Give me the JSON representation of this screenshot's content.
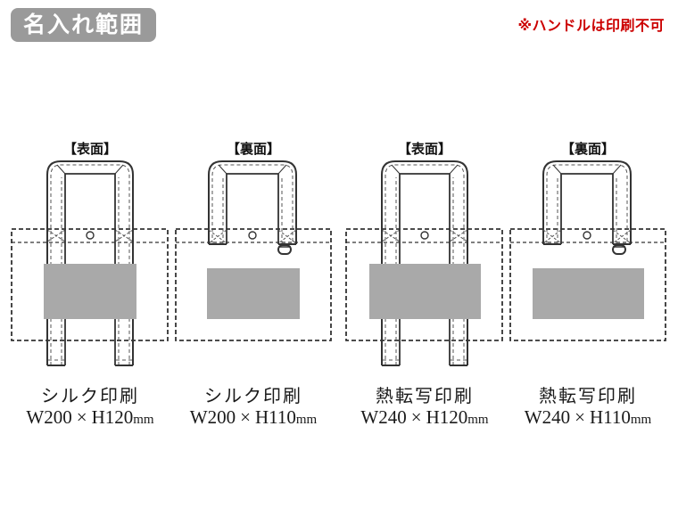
{
  "page": {
    "badge": "名入れ範囲",
    "note": "※ハンドルは印刷不可",
    "times": "×",
    "colors": {
      "badge_bg": "#9a9a9a",
      "note_red": "#cc0000",
      "print_gray": "#a9a9a9",
      "line": "#333333",
      "stitch": "#555555"
    }
  },
  "bags": [
    {
      "side_label": "【表面】",
      "view": "front",
      "method": "シルク印刷",
      "width_label": "W200",
      "height_label": "H120",
      "unit": "mm"
    },
    {
      "side_label": "【裏面】",
      "view": "back",
      "method": "シルク印刷",
      "width_label": "W200",
      "height_label": "H110",
      "unit": "mm"
    },
    {
      "side_label": "【表面】",
      "view": "front",
      "method": "熱転写印刷",
      "width_label": "W240",
      "height_label": "H120",
      "unit": "mm"
    },
    {
      "side_label": "【裏面】",
      "view": "back",
      "method": "熱転写印刷",
      "width_label": "W240",
      "height_label": "H110",
      "unit": "mm"
    }
  ]
}
